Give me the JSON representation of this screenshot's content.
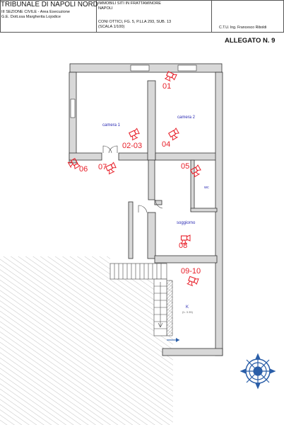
{
  "header": {
    "court_title": "TRIBUNALE DI NAPOLI NORD",
    "section": "III SEZIONE CIVILE - Area Esecuzione",
    "judge": "G.E. Dott.ssa Margherita Lojodice",
    "property_line1": "IMMOBILI SITI IN FRATTAMINORE",
    "property_line2": "NAPOLI",
    "cadastral": "CONI OTTICI, FG. 5, P.LLA 293, SUB. 13",
    "scale": "(SCALA 1/100)",
    "ctu": "C.T.U. Ing. Francesco Riboldi"
  },
  "attachment_label": "ALLEGATO N. 9",
  "rooms": {
    "camera1": "camera 1",
    "camera2": "camera 2",
    "wc": "wc",
    "soggiorno": "soggiorno",
    "k": "K",
    "k_height": "(h. 3.35)"
  },
  "views": [
    "01",
    "02-03",
    "04",
    "05",
    "06",
    "07",
    "08",
    "09-10"
  ],
  "colors": {
    "wall_fill": "#d8d8d8",
    "wall_stroke": "#333333",
    "annotation_red": "#e8202a",
    "room_label_blue": "#2d2db4",
    "compass_blue": "#2a5ea8"
  }
}
